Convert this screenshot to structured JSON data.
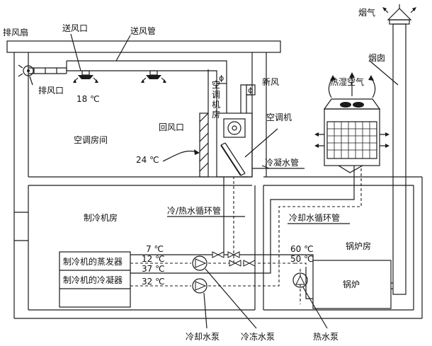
{
  "labels": {
    "exhaust_fan": "排风扇",
    "supply_outlet": "送风口",
    "supply_duct": "送风管",
    "smoke": "烟气",
    "chimney": "烟囱",
    "ac_room": "空调机房",
    "fresh_air": "新风",
    "hot_humid_air": "热湿空气",
    "exhaust_outlet": "排风口",
    "temp_18": "18 ℃",
    "return_outlet": "回风口",
    "ac_unit": "空调机",
    "conditioned_room": "空调房间",
    "temp_24": "24 ℃",
    "condensate_pipe": "冷凝水管",
    "chiller_room": "制冷机房",
    "chw_pipe": "冷/热水循环管",
    "cw_pipe": "冷却水循环管",
    "boiler_room": "锅炉房",
    "evaporator": "制冷机的蒸发器",
    "condenser": "制冷机的冷凝器",
    "t7": "7 ℃",
    "t12": "12 ℃",
    "t37": "37 ℃",
    "t32": "32 ℃",
    "t60": "60 ℃",
    "t50": "50 ℃",
    "boiler": "锅炉",
    "cooling_pump": "冷却水泵",
    "chilled_pump": "冷冻水泵",
    "hot_pump": "热水泵"
  }
}
